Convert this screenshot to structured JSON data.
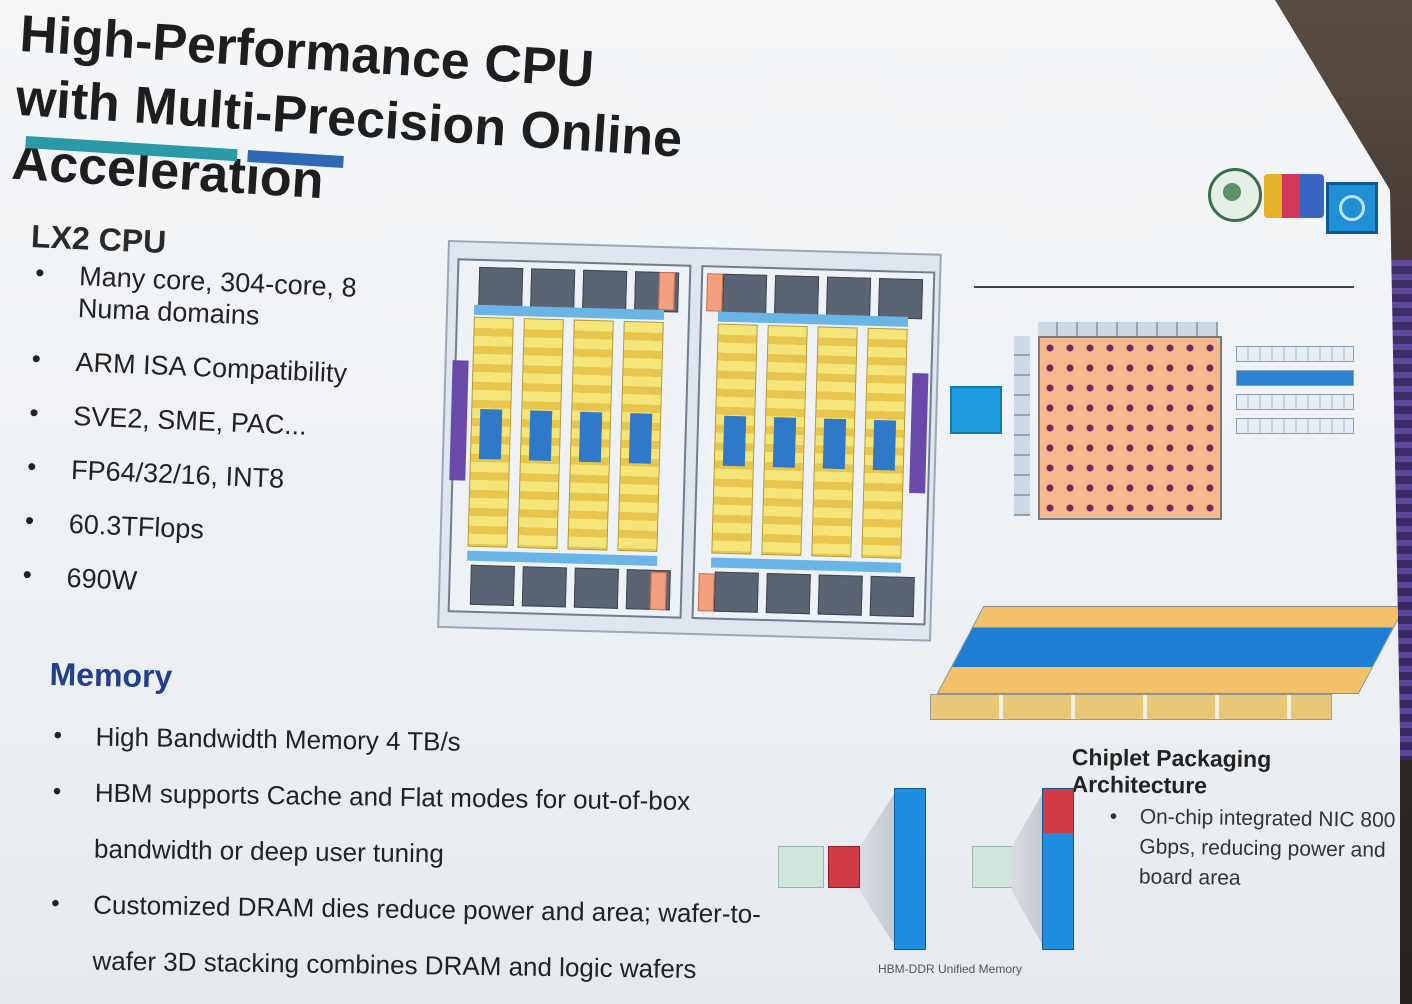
{
  "slide": {
    "title_line1": "High-Performance CPU",
    "title_line2": "with Multi-Precision Online Acceleration",
    "lx2_heading": "LX2 CPU",
    "lx2_items": [
      "Many core, 304-core, 8 Numa domains",
      "ARM ISA Compatibility",
      "SVE2, SME, PAC...",
      "FP64/32/16, INT8",
      "60.3TFlops",
      "690W"
    ],
    "memory_heading": "Memory",
    "memory_items": [
      "High Bandwidth Memory  4 TB/s",
      "HBM supports Cache and Flat modes for out-of-box bandwidth or deep user tuning",
      "Customized DRAM dies reduce power and area; wafer-to-wafer 3D stacking combines DRAM and logic wafers"
    ],
    "chiplet_caption": "Chiplet Packaging Architecture",
    "nic_text": "On-chip integrated NIC 800 Gbps, reducing power and board area",
    "hbm_caption": "HBM-DDR Unified Memory"
  },
  "colors": {
    "accent_teal": "#2c9aa6",
    "accent_blue": "#2f68b4",
    "memory_heading": "#243f8a"
  }
}
